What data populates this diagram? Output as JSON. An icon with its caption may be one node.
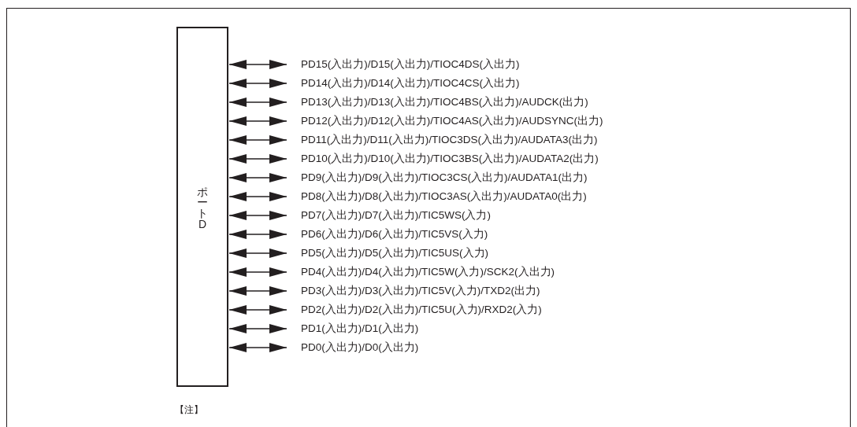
{
  "diagram": {
    "nodes": [
      {
        "text": [
          "ポートD"
        ]
      },
      {
        "text": [
          "PD15(入出力)/D15(入出力)/TIOC4DS(入出力)"
        ]
      },
      {
        "text": [
          "PD14(入出力)/D14(入出力)/TIOC4CS(入出力)"
        ]
      },
      {
        "text": [
          "PD13(入出力)/D13(入出力)/TIOC4BS(入出力)/AUDCK(出力)"
        ]
      },
      {
        "text": [
          "PD12(入出力)/D12(入出力)/TIOC4AS(入出力)/AUDSYNC(出力)"
        ]
      },
      {
        "text": [
          "PD11(入出力)/D11(入出力)/TIOC3DS(入出力)/AUDATA3(出力)"
        ]
      },
      {
        "text": [
          "PD10(入出力)/D10(入出力)/TIOC3BS(入出力)/AUDATA2(出力)"
        ]
      },
      {
        "text": [
          "PD9(入出力)/D9(入出力)/TIOC3CS(入出力)/AUDATA1(出力)"
        ]
      },
      {
        "text": [
          "PD8(入出力)/D8(入出力)/TIOC3AS(入出力)/AUDATA0(出力)"
        ]
      },
      {
        "text": [
          "PD7(入出力)/D7(入出力)/TIC5WS(入力)"
        ]
      },
      {
        "text": [
          "PD6(入出力)/D6(入出力)/TIC5VS(入力)"
        ]
      },
      {
        "text": [
          "PD5(入出力)/D5(入出力)/TIC5US(入力)"
        ]
      },
      {
        "text": [
          "PD4(入出力)/D4(入出力)/TIC5W(入力)/SCK2(入出力)"
        ]
      },
      {
        "text": [
          "PD3(入出力)/D3(入出力)/TIC5V(入力)/TXD2(出力)"
        ]
      },
      {
        "text": [
          "PD2(入出力)/D2(入出力)/TIC5U(入力)/RXD2(入力)"
        ]
      },
      {
        "text": [
          "PD1(入出力)/D1(入出力)"
        ]
      },
      {
        "text": [
          "PD0(入出力)/D0(入出力)"
        ]
      }
    ],
    "edges": [
      {
        "from": 0,
        "to": 1,
        "arrow": "both"
      },
      {
        "from": 0,
        "to": 2,
        "arrow": "both"
      },
      {
        "from": 0,
        "to": 3,
        "arrow": "both"
      },
      {
        "from": 0,
        "to": 4,
        "arrow": "both"
      },
      {
        "from": 0,
        "to": 5,
        "arrow": "both"
      },
      {
        "from": 0,
        "to": 6,
        "arrow": "both"
      },
      {
        "from": 0,
        "to": 7,
        "arrow": "both"
      },
      {
        "from": 0,
        "to": 8,
        "arrow": "both"
      },
      {
        "from": 0,
        "to": 9,
        "arrow": "both"
      },
      {
        "from": 0,
        "to": 10,
        "arrow": "both"
      },
      {
        "from": 0,
        "to": 11,
        "arrow": "both"
      },
      {
        "from": 0,
        "to": 12,
        "arrow": "both"
      },
      {
        "from": 0,
        "to": 13,
        "arrow": "both"
      },
      {
        "from": 0,
        "to": 14,
        "arrow": "both"
      },
      {
        "from": 0,
        "to": 15,
        "arrow": "both"
      },
      {
        "from": 0,
        "to": 16,
        "arrow": "both"
      }
    ],
    "labels": [
      "【注】"
    ]
  }
}
